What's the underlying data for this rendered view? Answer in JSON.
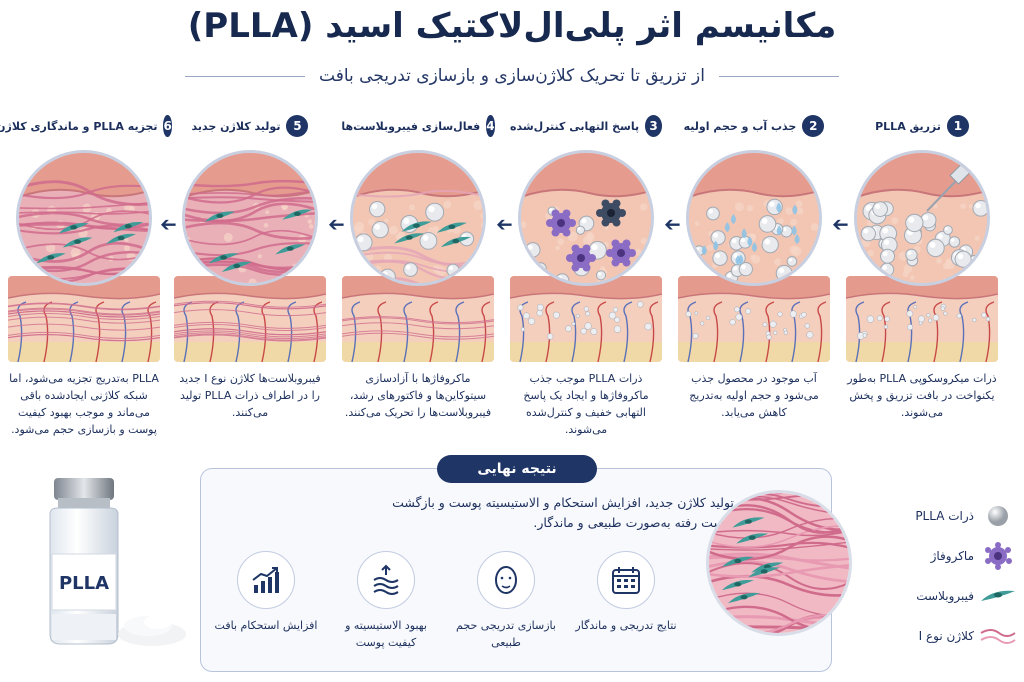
{
  "title": "مکانیسم اثر پلی‌ال‌لاکتیک اسید (PLLA)",
  "subtitle": "از تزریق تا تحریک کلاژن‌سازی و بازسازی تدریجی بافت",
  "steps": [
    {
      "number": "1",
      "title": "تزریق PLLA",
      "description": "ذرات میکروسکوپی PLLA به‌طور یکنواخت در بافت تزریق و پخش می‌شوند."
    },
    {
      "number": "2",
      "title": "جذب آب و حجم اولیه",
      "description": "آب موجود در محصول جذب می‌شود و حجم اولیه به‌تدریج کاهش می‌یابد."
    },
    {
      "number": "3",
      "title": "پاسخ التهابی کنترل‌شده",
      "description": "ذرات PLLA موجب جذب ماکروفاژها و ایجاد یک پاسخ التهابی خفیف و کنترل‌شده می‌شوند."
    },
    {
      "number": "4",
      "title": "فعال‌سازی فیبروبلاست‌ها",
      "description": "ماکروفاژها با آزادسازی سیتوکاین‌ها و فاکتورهای رشد، فیبروبلاست‌ها را تحریک می‌کنند."
    },
    {
      "number": "5",
      "title": "تولید کلاژن جدید",
      "description": "فیبروبلاست‌ها کلاژن نوع I جدید را در اطراف ذرات PLLA تولید می‌کنند."
    },
    {
      "number": "6",
      "title": "تجزیه PLLA و ماندگاری کلاژن",
      "description": "PLLA به‌تدریج تجزیه می‌شود، اما شبکه کلاژنی ایجادشده باقی می‌ماند و موجب بهبود کیفیت پوست و بازسازی حجم می‌شود."
    }
  ],
  "result": {
    "badge": "نتیجه نهایی",
    "text": "تحریک تدریجی تولید کلاژن جدید، افزایش استحکام و الاستیسیته پوست و بازگشت تدریجی حجم از دست رفته به‌صورت طبیعی و ماندگار.",
    "benefits": [
      {
        "label": "نتایج تدریجی و ماندگار",
        "icon": "calendar-icon"
      },
      {
        "label": "بازسازی تدریجی حجم طبیعی",
        "icon": "face-icon"
      },
      {
        "label": "بهبود الاستیسیته و کیفیت پوست",
        "icon": "elasticity-icon"
      },
      {
        "label": "افزایش استحکام بافت",
        "icon": "growth-chart-icon"
      }
    ]
  },
  "legend": [
    {
      "label": "ذرات PLLA",
      "icon": "particle-icon"
    },
    {
      "label": "ماکروفاژ",
      "icon": "macrophage-icon"
    },
    {
      "label": "فیبروبلاست",
      "icon": "fibroblast-icon"
    },
    {
      "label": "کلاژن نوع I",
      "icon": "collagen-icon"
    }
  ],
  "vial": {
    "label": "PLLA"
  },
  "colors": {
    "navy": "#1f3566",
    "skin": "#f3c8b4",
    "collagen": "#d06b8c",
    "fibroblast": "#3f9c98",
    "macrophage": "#7a5bb5"
  }
}
